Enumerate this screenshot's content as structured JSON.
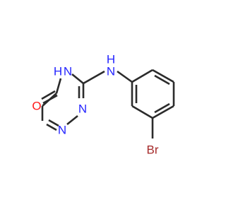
{
  "molecule": {
    "colors": {
      "bond": "#2b2b2b",
      "nitrogen": "#2424ff",
      "oxygen": "#ff1a1a",
      "bromine": "#a52a2a"
    },
    "atoms": [
      {
        "id": "O",
        "text": "O",
        "element": "oxygen"
      },
      {
        "id": "N4",
        "text": "N",
        "element": "nitrogen"
      },
      {
        "id": "H4",
        "text": "H",
        "element": "nitrogen"
      },
      {
        "id": "NH",
        "text": "N",
        "element": "nitrogen"
      },
      {
        "id": "HH",
        "text": "H",
        "element": "nitrogen"
      },
      {
        "id": "N2",
        "text": "N",
        "element": "nitrogen"
      },
      {
        "id": "N1",
        "text": "N",
        "element": "nitrogen"
      },
      {
        "id": "Br",
        "text": "Br",
        "element": "bromine"
      }
    ]
  }
}
